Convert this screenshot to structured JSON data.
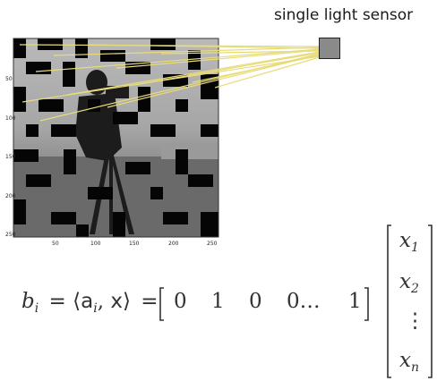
{
  "sensor": {
    "label": "single light sensor"
  },
  "image_panel": {
    "description_icon": "masked-camera-image",
    "y_ticks": [
      "50",
      "100",
      "150",
      "200",
      "250"
    ],
    "x_ticks": [
      "50",
      "100",
      "150",
      "200",
      "250"
    ]
  },
  "equation": {
    "lhs_var": "b",
    "lhs_sub": "i",
    "equals": "=",
    "langle": "⟨",
    "a_vec": "a",
    "a_sub": "i",
    "comma": ",",
    "x_vec": "x",
    "rangle": "⟩",
    "equals2": "=",
    "row_entries": [
      "0",
      "1",
      "0",
      "0…",
      "1"
    ],
    "col_entries": [
      {
        "var": "x",
        "sub": "1"
      },
      {
        "var": "x",
        "sub": "2"
      },
      {
        "var": "⋮",
        "sub": ""
      },
      {
        "var": "x",
        "sub": "n"
      }
    ]
  },
  "colors": {
    "ray": "#e8dc7a",
    "sensor": "#8a8a8a",
    "mask": "#050505"
  }
}
